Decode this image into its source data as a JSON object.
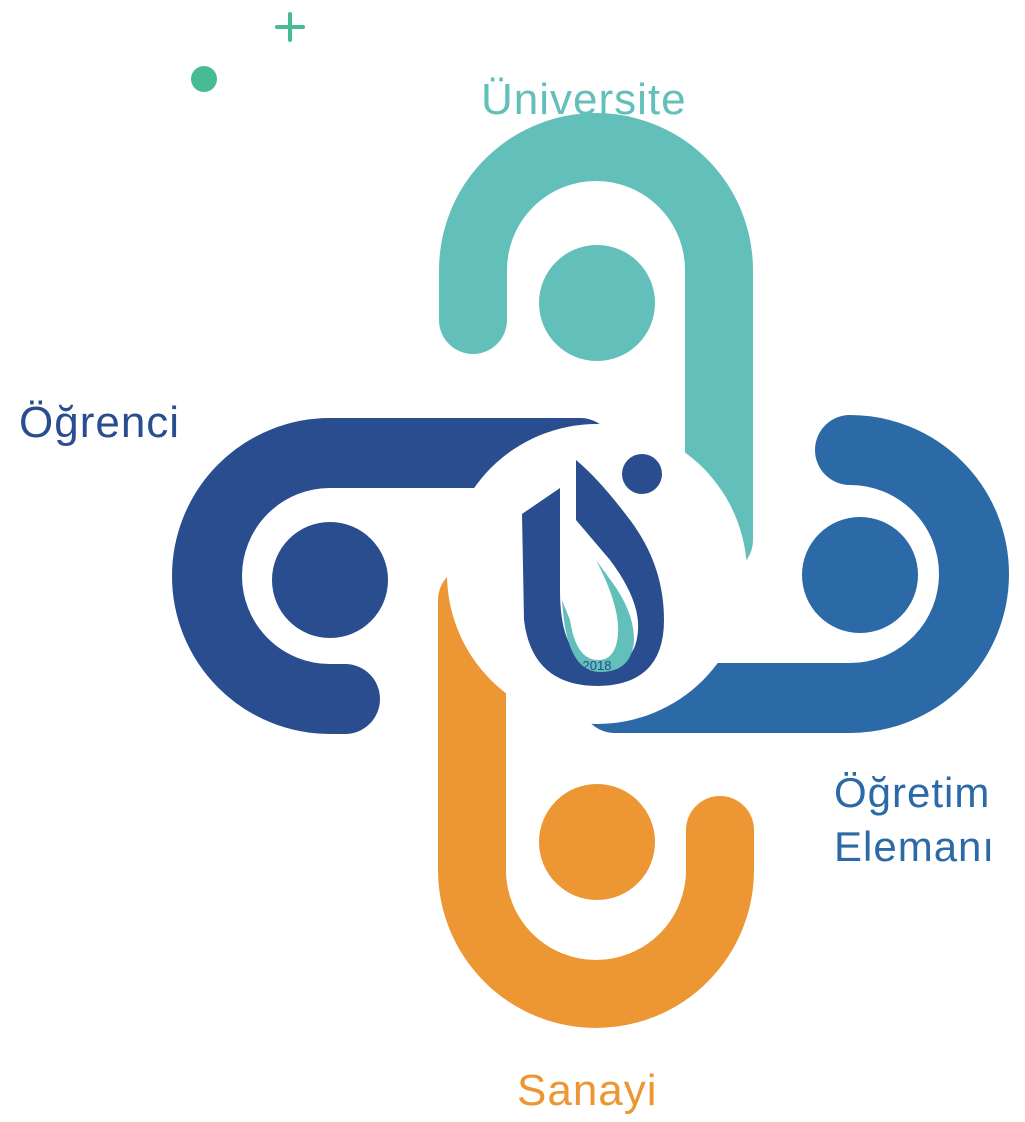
{
  "nodes": {
    "university": {
      "label": "Üniversite",
      "color": "#62bfb9"
    },
    "student": {
      "label": "Öğrenci",
      "color": "#294d8f"
    },
    "faculty": {
      "line1": "Öğretim",
      "line2": "Elemanı",
      "color": "#2b6aa6"
    },
    "industry": {
      "label": "Sanayi",
      "color": "#ec9733"
    }
  },
  "logo": {
    "year": "2018",
    "primary_color": "#294d8f",
    "accent_color": "#62bfb9"
  },
  "decor": {
    "accent_color": "#46bb94",
    "plus_icon": "plus-icon",
    "dot_icon": "dot-icon"
  }
}
